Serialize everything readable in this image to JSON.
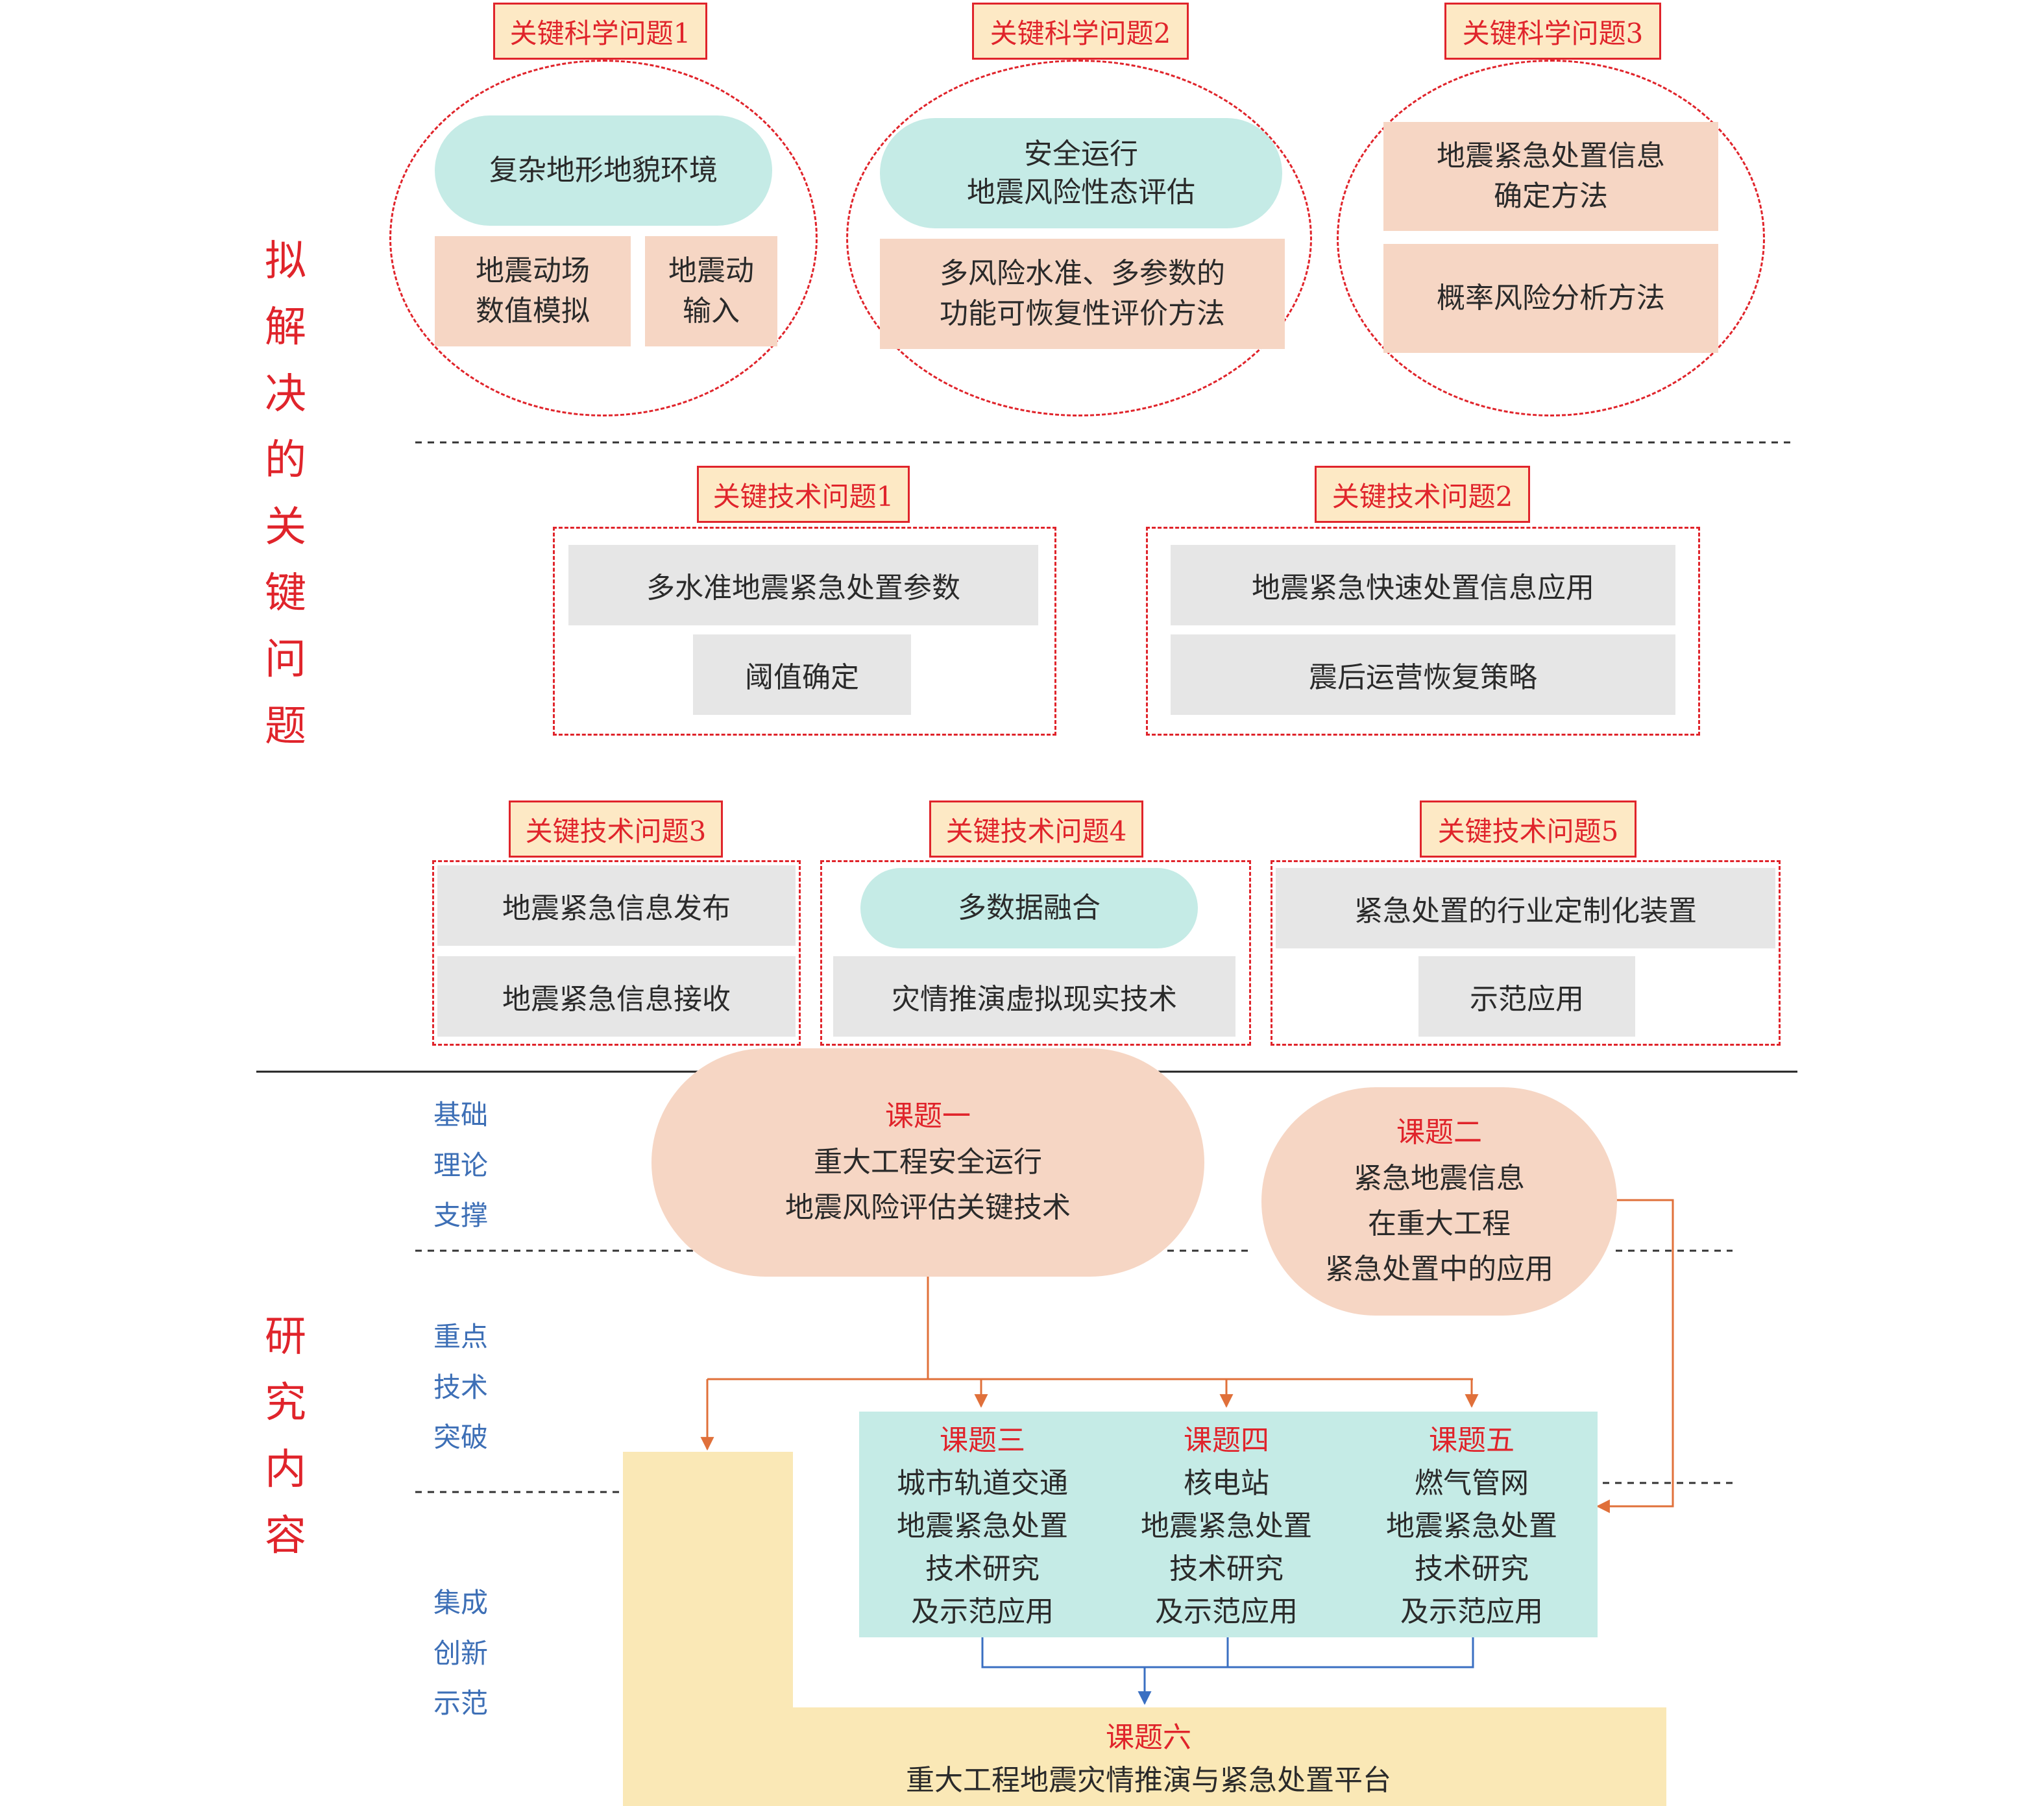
{
  "section_titles": {
    "key_problems": [
      "拟",
      "解",
      "决",
      "的",
      "关",
      "键",
      "问",
      "题"
    ],
    "research": [
      "研",
      "究",
      "内",
      "容"
    ]
  },
  "side_labels": {
    "basic": [
      "基础",
      "理论",
      "支撑"
    ],
    "tech": [
      "重点",
      "技术",
      "突破"
    ],
    "demo": [
      "集成",
      "创新",
      "示范"
    ]
  },
  "science": [
    {
      "tag": "关键科学问题1",
      "pill": "复杂地形地貌环境",
      "box_a": [
        "地震动场",
        "数值模拟"
      ],
      "box_b": [
        "地震动",
        "输入"
      ]
    },
    {
      "tag": "关键科学问题2",
      "pill": [
        "安全运行",
        "地震风险性态评估"
      ],
      "box": [
        "多风险水准、多参数的",
        "功能可恢复性评价方法"
      ]
    },
    {
      "tag": "关键科学问题3",
      "box_a": [
        "地震紧急处置信息",
        "确定方法"
      ],
      "box_b": "概率风险分析方法"
    }
  ],
  "tech": [
    {
      "tag": "关键技术问题1",
      "items": [
        "多水准地震紧急处置参数",
        "阈值确定"
      ]
    },
    {
      "tag": "关键技术问题2",
      "items": [
        "地震紧急快速处置信息应用",
        "震后运营恢复策略"
      ]
    },
    {
      "tag": "关键技术问题3",
      "items": [
        "地震紧急信息发布",
        "地震紧急信息接收"
      ]
    },
    {
      "tag": "关键技术问题4",
      "items": [
        "多数据融合",
        "灾情推演虚拟现实技术"
      ]
    },
    {
      "tag": "关键技术问题5",
      "items": [
        "紧急处置的行业定制化装置",
        "示范应用"
      ]
    }
  ],
  "topics": {
    "t1": {
      "title": "课题一",
      "lines": [
        "重大工程安全运行",
        "地震风险评估关键技术"
      ]
    },
    "t2": {
      "title": "课题二",
      "lines": [
        "紧急地震信息",
        "在重大工程",
        "紧急处置中的应用"
      ]
    },
    "t3": {
      "title": "课题三",
      "lines": [
        "城市轨道交通",
        "地震紧急处置",
        "技术研究",
        "及示范应用"
      ]
    },
    "t4": {
      "title": "课题四",
      "lines": [
        "核电站",
        "地震紧急处置",
        "技术研究",
        "及示范应用"
      ]
    },
    "t5": {
      "title": "课题五",
      "lines": [
        "燃气管网",
        "地震紧急处置",
        "技术研究",
        "及示范应用"
      ]
    },
    "t6": {
      "title": "课题六",
      "lines": [
        "重大工程地震灾情推演与紧急处置平台"
      ]
    }
  },
  "colors": {
    "red": "#e0242b",
    "blue_label": "#3d6fb6",
    "orange_arrow": "#e0703a",
    "blue_arrow": "#3a6fc2",
    "pink": "#f6d6c4",
    "teal": "#c5ebe6",
    "gray": "#e6e6e6",
    "yellow": "#fae8b6",
    "tag_fill": "#fde9c5"
  }
}
